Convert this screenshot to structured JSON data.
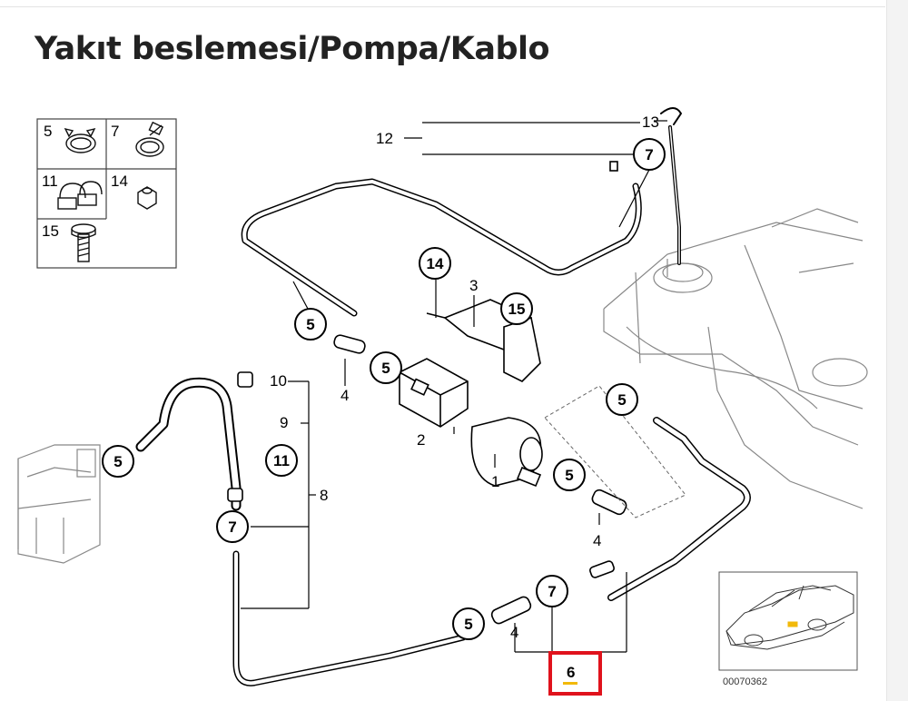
{
  "page": {
    "title": "Yakıt beslemesi/Pompa/Kablo"
  },
  "legend": {
    "cells": [
      {
        "num": "5",
        "icon": "hose-clamp-icon"
      },
      {
        "num": "7",
        "icon": "screw-clamp-icon"
      },
      {
        "num": "11",
        "icon": "line-holder-icon"
      },
      {
        "num": "14",
        "icon": "hex-nut-icon"
      },
      {
        "num": "15",
        "icon": "bolt-icon"
      }
    ]
  },
  "callouts": {
    "circled": {
      "c5": "5",
      "c7": "7",
      "c11": "11",
      "c14": "14",
      "c15": "15"
    },
    "plain": {
      "n1": "1",
      "n2": "2",
      "n3": "3",
      "n4": "4",
      "n8": "8",
      "n9": "9",
      "n10": "10",
      "n12": "12",
      "n13": "13"
    }
  },
  "highlight": {
    "label": "6",
    "border_color": "#e0121c",
    "underline_color": "#f2b90a"
  },
  "thumbnail": {
    "code": "00070362",
    "icon": "car-silhouette-icon"
  }
}
